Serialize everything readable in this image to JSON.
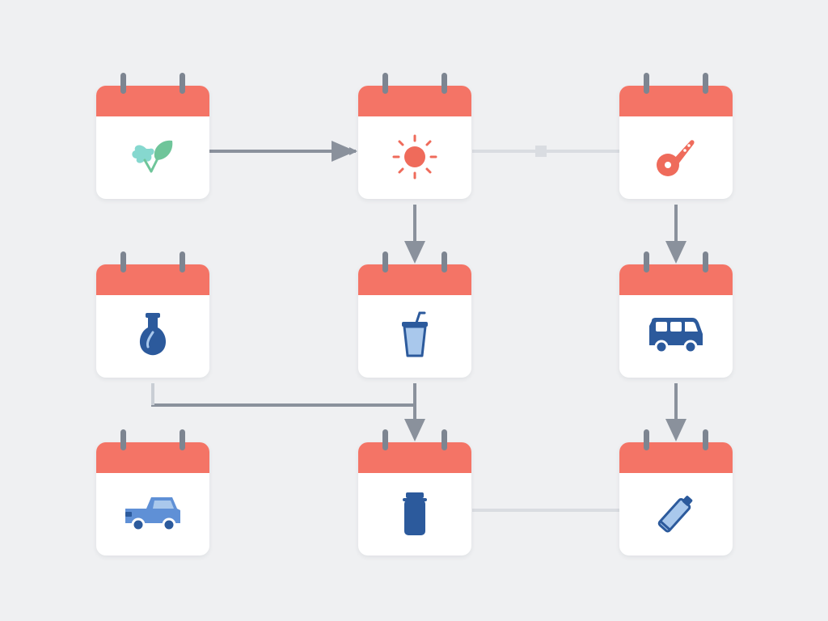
{
  "colors": {
    "background": "#eff0f2",
    "card": "#ffffff",
    "header": "#f47466",
    "ring": "#7d8591",
    "connector_strong": "#8a919c",
    "connector_faint": "#d9dce1",
    "accent_red": "#ef6b5b",
    "accent_blue": "#2c5a9c",
    "accent_light_blue": "#a9c8ec",
    "accent_teal": "#86d8cf",
    "accent_green": "#6fc59a"
  },
  "nodes": [
    {
      "id": "n1",
      "icon": "herb-leaves-icon"
    },
    {
      "id": "n2",
      "icon": "sun-icon"
    },
    {
      "id": "n3",
      "icon": "pizza-cutter-icon"
    },
    {
      "id": "n4",
      "icon": "flask-icon"
    },
    {
      "id": "n5",
      "icon": "drink-cup-icon"
    },
    {
      "id": "n6",
      "icon": "van-icon"
    },
    {
      "id": "n7",
      "icon": "car-icon"
    },
    {
      "id": "n8",
      "icon": "jar-icon"
    },
    {
      "id": "n9",
      "icon": "tube-icon"
    }
  ],
  "edges": [
    {
      "from": "n1",
      "to": "n2",
      "style": "arrow"
    },
    {
      "from": "n2",
      "to": "n3",
      "style": "faint-line"
    },
    {
      "from": "n2",
      "to": "n5",
      "style": "arrow"
    },
    {
      "from": "n3",
      "to": "n6",
      "style": "arrow"
    },
    {
      "from": "n4",
      "to": "n8",
      "style": "elbow-arrow"
    },
    {
      "from": "n5",
      "to": "n8",
      "style": "arrow"
    },
    {
      "from": "n6",
      "to": "n9",
      "style": "arrow"
    },
    {
      "from": "n8",
      "to": "n9",
      "style": "faint-line"
    }
  ]
}
